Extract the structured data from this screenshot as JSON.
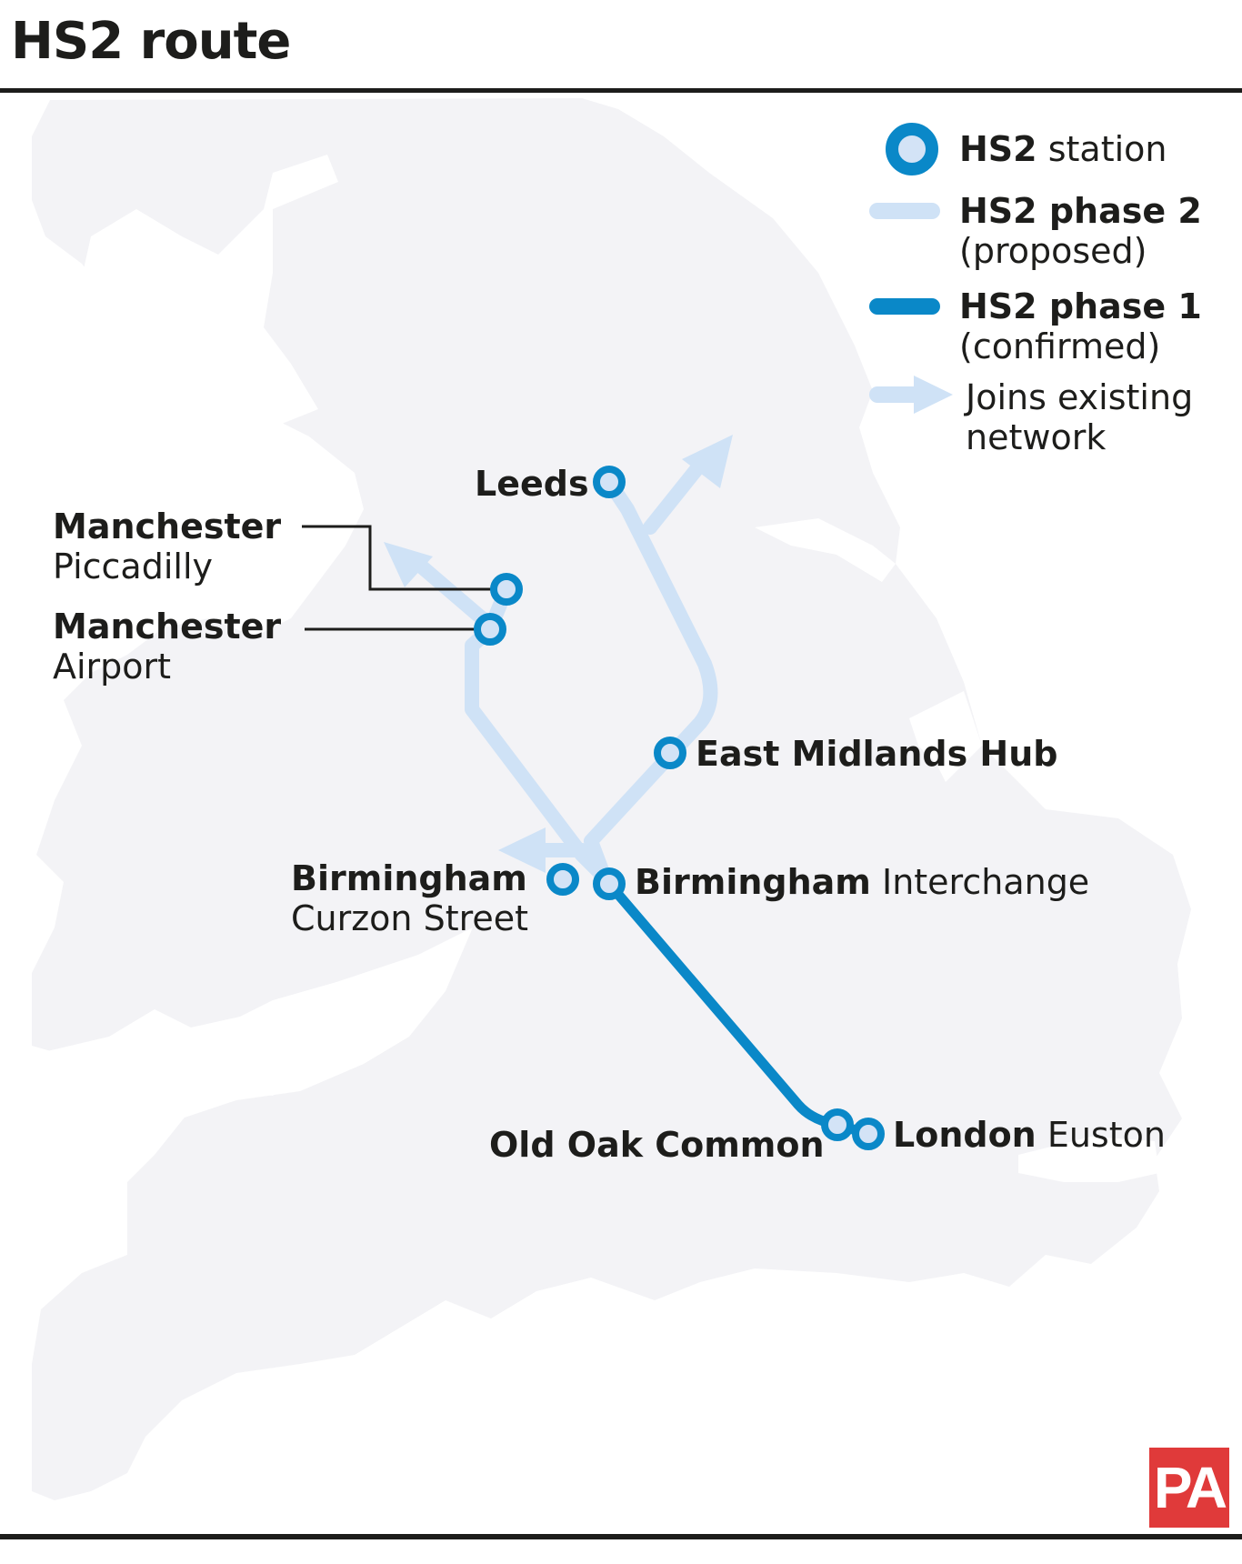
{
  "header": {
    "title": "HS2 route"
  },
  "legend": {
    "station": {
      "bold": "HS2",
      "rest": " station",
      "icon": "station-ring-icon"
    },
    "phase2": {
      "line1_bold": "HS2 phase 2",
      "line2": "(proposed)",
      "color": "#cfe2f6"
    },
    "phase1": {
      "line1_bold": "HS2 phase 1",
      "line2": "(confirmed)",
      "color": "#0a88c8"
    },
    "joins": {
      "line1": "Joins existing",
      "line2": "network",
      "icon": "arrow-right-icon"
    }
  },
  "stations": {
    "leeds": {
      "bold": "Leeds",
      "rest": ""
    },
    "manchester_piccadilly": {
      "bold": "Manchester",
      "rest": "Piccadilly"
    },
    "manchester_airport": {
      "bold": "Manchester",
      "rest": "Airport"
    },
    "east_midlands": {
      "bold": "East Midlands Hub",
      "rest": ""
    },
    "birmingham_curzon": {
      "bold": "Birmingham",
      "rest": "Curzon Street"
    },
    "birmingham_interchange": {
      "bold": "Birmingham",
      "rest": " Interchange"
    },
    "old_oak": {
      "bold": "Old Oak Common",
      "rest": ""
    },
    "london_euston": {
      "bold": "London",
      "rest": " Euston"
    }
  },
  "colors": {
    "land": "#f3f3f6",
    "phase1": "#0a88c8",
    "phase2": "#cfe2f6",
    "station_fill": "#d3e3f6",
    "text": "#1d1d1b",
    "pa_red": "#e03a3a"
  },
  "credit": {
    "logo_text": "PA"
  }
}
